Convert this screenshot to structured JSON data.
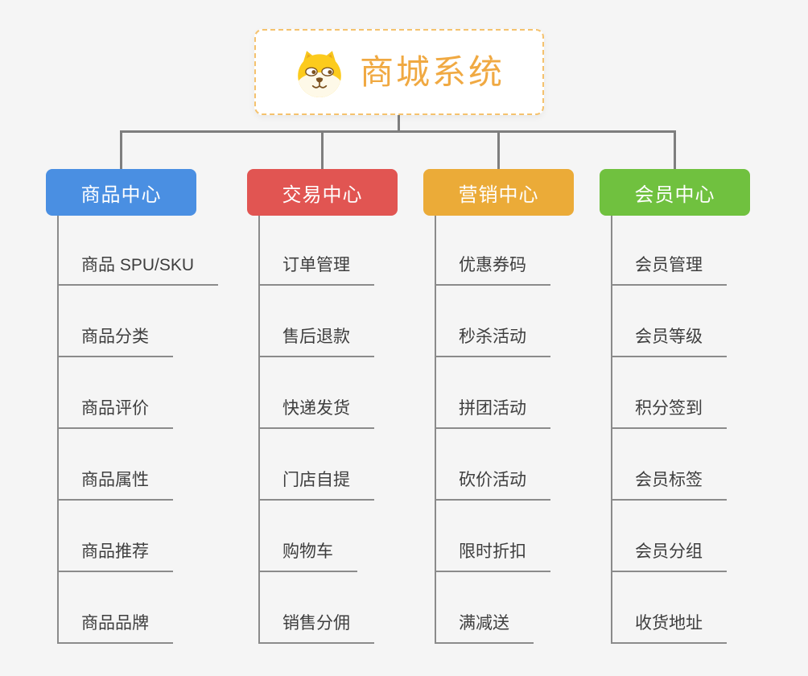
{
  "page": {
    "background_color": "#f5f5f5",
    "connector_color": "#7e7e7e",
    "underline_color": "#8b8b8b",
    "leaf_text_color": "#3e3e3e"
  },
  "root": {
    "title": "商城系统",
    "title_color": "#f0a942",
    "border_color": "#f5c26e",
    "icon": "dog-face-icon"
  },
  "branches": [
    {
      "label": "商品中心",
      "color": "#4a8fe2",
      "children": [
        "商品 SPU/SKU",
        "商品分类",
        "商品评价",
        "商品属性",
        "商品推荐",
        "商品品牌"
      ]
    },
    {
      "label": "交易中心",
      "color": "#e15552",
      "children": [
        "订单管理",
        "售后退款",
        "快递发货",
        "门店自提",
        "购物车",
        "销售分佣"
      ]
    },
    {
      "label": "营销中心",
      "color": "#ebab38",
      "children": [
        "优惠券码",
        "秒杀活动",
        "拼团活动",
        "砍价活动",
        "限时折扣",
        "满减送"
      ]
    },
    {
      "label": "会员中心",
      "color": "#70c13f",
      "children": [
        "会员管理",
        "会员等级",
        "积分签到",
        "会员标签",
        "会员分组",
        "收货地址"
      ]
    }
  ]
}
